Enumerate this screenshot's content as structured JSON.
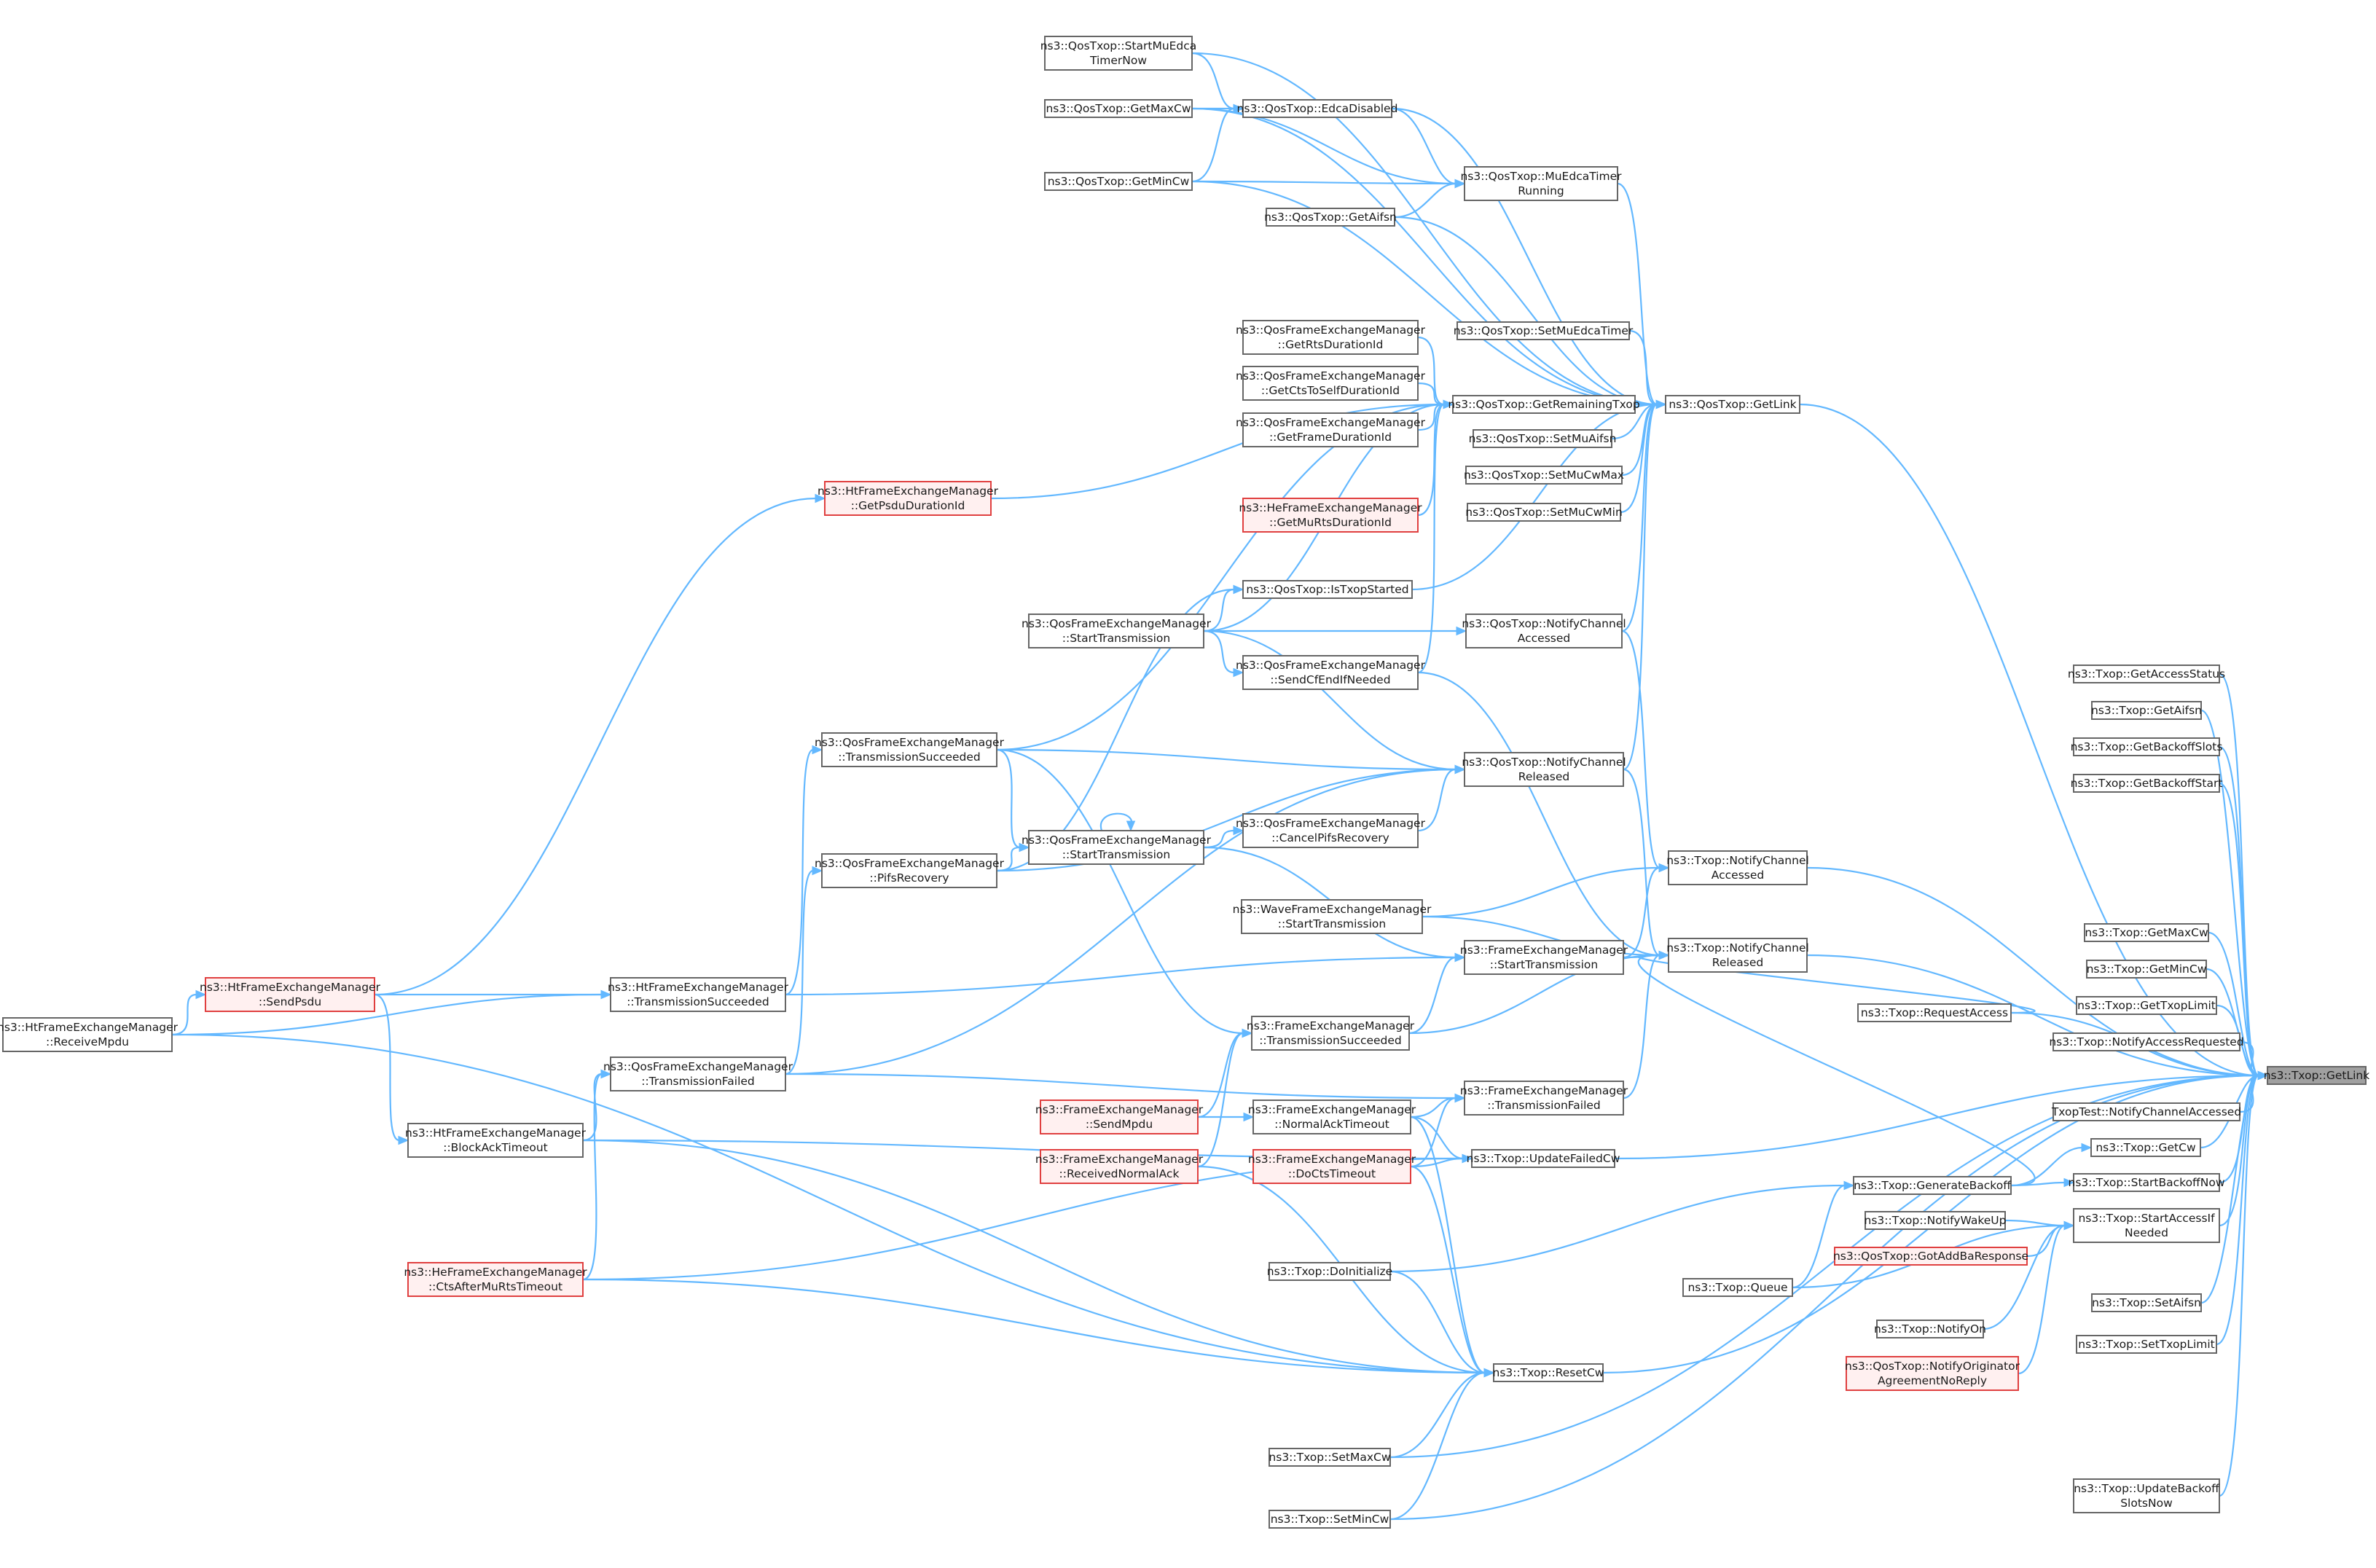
{
  "colors": {
    "edge": "#63b8ff",
    "node_border": "#666666",
    "red_border": "#e04040",
    "red_fill": "#fff0f0",
    "root_fill": "#a0a0a0"
  },
  "nodes": [
    {
      "id": "root",
      "lines": [
        "ns3::Txop::GetLink"
      ],
      "kind": "root"
    },
    {
      "id": "getAccessStatus",
      "lines": [
        "ns3::Txop::GetAccessStatus"
      ]
    },
    {
      "id": "getAifsn",
      "lines": [
        "ns3::Txop::GetAifsn"
      ]
    },
    {
      "id": "getBackoffSlots",
      "lines": [
        "ns3::Txop::GetBackoffSlots"
      ]
    },
    {
      "id": "getBackoffStart",
      "lines": [
        "ns3::Txop::GetBackoffStart"
      ]
    },
    {
      "id": "getMaxCw",
      "lines": [
        "ns3::Txop::GetMaxCw"
      ]
    },
    {
      "id": "getMinCw",
      "lines": [
        "ns3::Txop::GetMinCw"
      ]
    },
    {
      "id": "getTxopLimit",
      "lines": [
        "ns3::Txop::GetTxopLimit"
      ]
    },
    {
      "id": "notifyAccessRequested",
      "lines": [
        "ns3::Txop::NotifyAccessRequested"
      ]
    },
    {
      "id": "txopTestNotify",
      "lines": [
        "TxopTest::NotifyChannelAccessed"
      ]
    },
    {
      "id": "getCw",
      "lines": [
        "ns3::Txop::GetCw"
      ]
    },
    {
      "id": "startBackoffNow",
      "lines": [
        "ns3::Txop::StartBackoffNow"
      ]
    },
    {
      "id": "startAccessIfNeeded",
      "lines": [
        "ns3::Txop::StartAccessIf",
        "Needed"
      ]
    },
    {
      "id": "setAifsn",
      "lines": [
        "ns3::Txop::SetAifsn"
      ]
    },
    {
      "id": "setTxopLimit",
      "lines": [
        "ns3::Txop::SetTxopLimit"
      ]
    },
    {
      "id": "updateBackoffSlotsNow",
      "lines": [
        "ns3::Txop::UpdateBackoff",
        "SlotsNow"
      ]
    },
    {
      "id": "qosGetLink",
      "lines": [
        "ns3::QosTxop::GetLink"
      ]
    },
    {
      "id": "notifyChannelAccessed",
      "lines": [
        "ns3::Txop::NotifyChannel",
        "Accessed"
      ]
    },
    {
      "id": "notifyChannelReleased",
      "lines": [
        "ns3::Txop::NotifyChannel",
        "Released"
      ]
    },
    {
      "id": "requestAccess",
      "lines": [
        "ns3::Txop::RequestAccess"
      ]
    },
    {
      "id": "generateBackoff",
      "lines": [
        "ns3::Txop::GenerateBackoff"
      ]
    },
    {
      "id": "notifyWakeUp",
      "lines": [
        "ns3::Txop::NotifyWakeUp"
      ]
    },
    {
      "id": "gotAddBaResponse",
      "lines": [
        "ns3::QosTxop::GotAddBaResponse"
      ],
      "kind": "red"
    },
    {
      "id": "queue",
      "lines": [
        "ns3::Txop::Queue"
      ]
    },
    {
      "id": "notifyOn",
      "lines": [
        "ns3::Txop::NotifyOn"
      ]
    },
    {
      "id": "notifyOrigAgreement",
      "lines": [
        "ns3::QosTxop::NotifyOriginator",
        "AgreementNoReply"
      ],
      "kind": "red"
    },
    {
      "id": "updateFailedCw",
      "lines": [
        "ns3::Txop::UpdateFailedCw"
      ]
    },
    {
      "id": "resetCw",
      "lines": [
        "ns3::Txop::ResetCw"
      ]
    },
    {
      "id": "doInitialize",
      "lines": [
        "ns3::Txop::DoInitialize"
      ]
    },
    {
      "id": "setMaxCw",
      "lines": [
        "ns3::Txop::SetMaxCw"
      ]
    },
    {
      "id": "setMinCw",
      "lines": [
        "ns3::Txop::SetMinCw"
      ]
    },
    {
      "id": "qStartMuEdca",
      "lines": [
        "ns3::QosTxop::StartMuEdca",
        "TimerNow"
      ]
    },
    {
      "id": "qGetMaxCw",
      "lines": [
        "ns3::QosTxop::GetMaxCw"
      ]
    },
    {
      "id": "qEdcaDisabled",
      "lines": [
        "ns3::QosTxop::EdcaDisabled"
      ]
    },
    {
      "id": "qGetMinCw",
      "lines": [
        "ns3::QosTxop::GetMinCw"
      ]
    },
    {
      "id": "qMuEdcaRunning",
      "lines": [
        "ns3::QosTxop::MuEdcaTimer",
        "Running"
      ]
    },
    {
      "id": "qGetAifsn",
      "lines": [
        "ns3::QosTxop::GetAifsn"
      ]
    },
    {
      "id": "qSetMuEdcaTimer",
      "lines": [
        "ns3::QosTxop::SetMuEdcaTimer"
      ]
    },
    {
      "id": "qGetRemainingTxop",
      "lines": [
        "ns3::QosTxop::GetRemainingTxop"
      ]
    },
    {
      "id": "qSetMuAifsn",
      "lines": [
        "ns3::QosTxop::SetMuAifsn"
      ]
    },
    {
      "id": "qSetMuCwMax",
      "lines": [
        "ns3::QosTxop::SetMuCwMax"
      ]
    },
    {
      "id": "qSetMuCwMin",
      "lines": [
        "ns3::QosTxop::SetMuCwMin"
      ]
    },
    {
      "id": "qIsTxopStarted",
      "lines": [
        "ns3::QosTxop::IsTxopStarted"
      ]
    },
    {
      "id": "qNotifyChAccessed",
      "lines": [
        "ns3::QosTxop::NotifyChannel",
        "Accessed"
      ]
    },
    {
      "id": "qNotifyChReleased",
      "lines": [
        "ns3::QosTxop::NotifyChannel",
        "Released"
      ]
    },
    {
      "id": "qfemGetRts",
      "lines": [
        "ns3::QosFrameExchangeManager",
        "::GetRtsDurationId"
      ]
    },
    {
      "id": "qfemGetCts",
      "lines": [
        "ns3::QosFrameExchangeManager",
        "::GetCtsToSelfDurationId"
      ]
    },
    {
      "id": "qfemGetFrame",
      "lines": [
        "ns3::QosFrameExchangeManager",
        "::GetFrameDurationId"
      ]
    },
    {
      "id": "heGetMuRts",
      "lines": [
        "ns3::HeFrameExchangeManager",
        "::GetMuRtsDurationId"
      ],
      "kind": "red"
    },
    {
      "id": "qfemSendCfEnd",
      "lines": [
        "ns3::QosFrameExchangeManager",
        "::SendCfEndIfNeeded"
      ]
    },
    {
      "id": "qfemCancelPifs",
      "lines": [
        "ns3::QosFrameExchangeManager",
        "::CancelPifsRecovery"
      ]
    },
    {
      "id": "qfemStartTx1",
      "lines": [
        "ns3::QosFrameExchangeManager",
        "::StartTransmission"
      ]
    },
    {
      "id": "qfemStartTx2",
      "lines": [
        "ns3::QosFrameExchangeManager",
        "::StartTransmission"
      ]
    },
    {
      "id": "waveStartTx",
      "lines": [
        "ns3::WaveFrameExchangeManager",
        "::StartTransmission"
      ]
    },
    {
      "id": "femStartTx",
      "lines": [
        "ns3::FrameExchangeManager",
        "::StartTransmission"
      ]
    },
    {
      "id": "femTxSucceeded",
      "lines": [
        "ns3::FrameExchangeManager",
        "::TransmissionSucceeded"
      ]
    },
    {
      "id": "femTxFailed",
      "lines": [
        "ns3::FrameExchangeManager",
        "::TransmissionFailed"
      ]
    },
    {
      "id": "femNormalAck",
      "lines": [
        "ns3::FrameExchangeManager",
        "::NormalAckTimeout"
      ]
    },
    {
      "id": "femDoCts",
      "lines": [
        "ns3::FrameExchangeManager",
        "::DoCtsTimeout"
      ],
      "kind": "red"
    },
    {
      "id": "femSendMpdu",
      "lines": [
        "ns3::FrameExchangeManager",
        "::SendMpdu"
      ],
      "kind": "red"
    },
    {
      "id": "femRecvNormalAck",
      "lines": [
        "ns3::FrameExchangeManager",
        "::ReceivedNormalAck"
      ],
      "kind": "red"
    },
    {
      "id": "htGetPsdu",
      "lines": [
        "ns3::HtFrameExchangeManager",
        "::GetPsduDurationId"
      ],
      "kind": "red"
    },
    {
      "id": "qfemTxSucceeded",
      "lines": [
        "ns3::QosFrameExchangeManager",
        "::TransmissionSucceeded"
      ]
    },
    {
      "id": "qfemPifs",
      "lines": [
        "ns3::QosFrameExchangeManager",
        "::PifsRecovery"
      ]
    },
    {
      "id": "htTxSucceeded",
      "lines": [
        "ns3::HtFrameExchangeManager",
        "::TransmissionSucceeded"
      ]
    },
    {
      "id": "qfemTxFailed",
      "lines": [
        "ns3::QosFrameExchangeManager",
        "::TransmissionFailed"
      ]
    },
    {
      "id": "htBlockAck",
      "lines": [
        "ns3::HtFrameExchangeManager",
        "::BlockAckTimeout"
      ]
    },
    {
      "id": "heCtsAfterMuRts",
      "lines": [
        "ns3::HeFrameExchangeManager",
        "::CtsAfterMuRtsTimeout"
      ],
      "kind": "red"
    },
    {
      "id": "htSendPsdu",
      "lines": [
        "ns3::HtFrameExchangeManager",
        "::SendPsdu"
      ],
      "kind": "red"
    },
    {
      "id": "htReceiveMpdu",
      "lines": [
        "ns3::HtFrameExchangeManager",
        "::ReceiveMpdu"
      ]
    }
  ],
  "edges": [
    [
      "getAccessStatus",
      "root"
    ],
    [
      "getAifsn",
      "root"
    ],
    [
      "getBackoffSlots",
      "root"
    ],
    [
      "getBackoffStart",
      "root"
    ],
    [
      "getMaxCw",
      "root"
    ],
    [
      "getMinCw",
      "root"
    ],
    [
      "getTxopLimit",
      "root"
    ],
    [
      "notifyAccessRequested",
      "root"
    ],
    [
      "txopTestNotify",
      "root"
    ],
    [
      "getCw",
      "root"
    ],
    [
      "startBackoffNow",
      "root"
    ],
    [
      "startAccessIfNeeded",
      "root"
    ],
    [
      "setAifsn",
      "root"
    ],
    [
      "setTxopLimit",
      "root"
    ],
    [
      "updateBackoffSlotsNow",
      "root"
    ],
    [
      "qosGetLink",
      "root"
    ],
    [
      "notifyChannelAccessed",
      "root"
    ],
    [
      "notifyChannelReleased",
      "root"
    ],
    [
      "requestAccess",
      "root"
    ],
    [
      "updateFailedCw",
      "root"
    ],
    [
      "resetCw",
      "root"
    ],
    [
      "setMaxCw",
      "root"
    ],
    [
      "setMinCw",
      "root"
    ],
    [
      "generateBackoff",
      "getCw"
    ],
    [
      "generateBackoff",
      "startBackoffNow"
    ],
    [
      "notifyWakeUp",
      "startAccessIfNeeded"
    ],
    [
      "gotAddBaResponse",
      "startAccessIfNeeded"
    ],
    [
      "queue",
      "startAccessIfNeeded"
    ],
    [
      "notifyOn",
      "startAccessIfNeeded"
    ],
    [
      "notifyOrigAgreement",
      "startAccessIfNeeded"
    ],
    [
      "requestAccess",
      "notifyChannelReleased"
    ],
    [
      "generateBackoff",
      "notifyChannelReleased"
    ],
    [
      "queue",
      "generateBackoff"
    ],
    [
      "doInitialize",
      "generateBackoff"
    ],
    [
      "qNotifyChAccessed",
      "notifyChannelAccessed"
    ],
    [
      "waveStartTx",
      "notifyChannelAccessed"
    ],
    [
      "femStartTx",
      "notifyChannelAccessed"
    ],
    [
      "qNotifyChReleased",
      "notifyChannelReleased"
    ],
    [
      "qfemSendCfEnd",
      "notifyChannelReleased"
    ],
    [
      "waveStartTx",
      "notifyChannelReleased"
    ],
    [
      "femStartTx",
      "notifyChannelReleased"
    ],
    [
      "femTxSucceeded",
      "notifyChannelReleased"
    ],
    [
      "femTxFailed",
      "notifyChannelReleased"
    ],
    [
      "qStartMuEdca",
      "qosGetLink"
    ],
    [
      "qGetMaxCw",
      "qosGetLink"
    ],
    [
      "qEdcaDisabled",
      "qosGetLink"
    ],
    [
      "qGetMinCw",
      "qosGetLink"
    ],
    [
      "qMuEdcaRunning",
      "qosGetLink"
    ],
    [
      "qGetAifsn",
      "qosGetLink"
    ],
    [
      "qSetMuEdcaTimer",
      "qosGetLink"
    ],
    [
      "qGetRemainingTxop",
      "qosGetLink"
    ],
    [
      "qSetMuAifsn",
      "qosGetLink"
    ],
    [
      "qSetMuCwMax",
      "qosGetLink"
    ],
    [
      "qSetMuCwMin",
      "qosGetLink"
    ],
    [
      "qIsTxopStarted",
      "qosGetLink"
    ],
    [
      "qNotifyChAccessed",
      "qosGetLink"
    ],
    [
      "qNotifyChReleased",
      "qosGetLink"
    ],
    [
      "qStartMuEdca",
      "qEdcaDisabled"
    ],
    [
      "qGetMaxCw",
      "qEdcaDisabled"
    ],
    [
      "qGetMinCw",
      "qEdcaDisabled"
    ],
    [
      "qGetMaxCw",
      "qMuEdcaRunning"
    ],
    [
      "qGetMinCw",
      "qMuEdcaRunning"
    ],
    [
      "qGetAifsn",
      "qMuEdcaRunning"
    ],
    [
      "qEdcaDisabled",
      "qMuEdcaRunning"
    ],
    [
      "qfemGetRts",
      "qGetRemainingTxop"
    ],
    [
      "qfemGetCts",
      "qGetRemainingTxop"
    ],
    [
      "qfemGetFrame",
      "qGetRemainingTxop"
    ],
    [
      "heGetMuRts",
      "qGetRemainingTxop"
    ],
    [
      "qfemStartTx1",
      "qGetRemainingTxop"
    ],
    [
      "qfemSendCfEnd",
      "qGetRemainingTxop"
    ],
    [
      "htGetPsdu",
      "qGetRemainingTxop"
    ],
    [
      "qfemTxSucceeded",
      "qGetRemainingTxop"
    ],
    [
      "qfemStartTx1",
      "qIsTxopStarted"
    ],
    [
      "qfemPifs",
      "qIsTxopStarted"
    ],
    [
      "qfemStartTx1",
      "qNotifyChAccessed"
    ],
    [
      "qfemStartTx1",
      "qfemSendCfEnd"
    ],
    [
      "qfemStartTx1",
      "qNotifyChReleased"
    ],
    [
      "qfemTxSucceeded",
      "qNotifyChReleased"
    ],
    [
      "qfemCancelPifs",
      "qNotifyChReleased"
    ],
    [
      "qfemPifs",
      "qNotifyChReleased"
    ],
    [
      "qfemTxFailed",
      "qNotifyChReleased"
    ],
    [
      "qfemStartTx2",
      "qfemCancelPifs"
    ],
    [
      "qfemTxSucceeded",
      "qfemStartTx2"
    ],
    [
      "qfemPifs",
      "qfemStartTx2"
    ],
    [
      "qfemStartTx2",
      "qfemStartTx2"
    ],
    [
      "qfemStartTx2",
      "femStartTx"
    ],
    [
      "htTxSucceeded",
      "femStartTx"
    ],
    [
      "femTxSucceeded",
      "femStartTx"
    ],
    [
      "qfemTxSucceeded",
      "femTxSucceeded"
    ],
    [
      "femSendMpdu",
      "femTxSucceeded"
    ],
    [
      "femRecvNormalAck",
      "femTxSucceeded"
    ],
    [
      "qfemTxFailed",
      "femTxFailed"
    ],
    [
      "femNormalAck",
      "femTxFailed"
    ],
    [
      "femDoCts",
      "femTxFailed"
    ],
    [
      "htBlockAck",
      "updateFailedCw"
    ],
    [
      "heCtsAfterMuRts",
      "updateFailedCw"
    ],
    [
      "femNormalAck",
      "updateFailedCw"
    ],
    [
      "femDoCts",
      "updateFailedCw"
    ],
    [
      "htBlockAck",
      "resetCw"
    ],
    [
      "heCtsAfterMuRts",
      "resetCw"
    ],
    [
      "htReceiveMpdu",
      "resetCw"
    ],
    [
      "femNormalAck",
      "resetCw"
    ],
    [
      "femDoCts",
      "resetCw"
    ],
    [
      "femRecvNormalAck",
      "resetCw"
    ],
    [
      "doInitialize",
      "resetCw"
    ],
    [
      "setMaxCw",
      "resetCw"
    ],
    [
      "setMinCw",
      "resetCw"
    ],
    [
      "htSendPsdu",
      "htGetPsdu"
    ],
    [
      "htTxSucceeded",
      "qfemTxSucceeded"
    ],
    [
      "htSendPsdu",
      "htTxSucceeded"
    ],
    [
      "htReceiveMpdu",
      "htTxSucceeded"
    ],
    [
      "qfemTxFailed",
      "qfemPifs"
    ],
    [
      "heCtsAfterMuRts",
      "qfemTxFailed"
    ],
    [
      "htBlockAck",
      "qfemTxFailed"
    ],
    [
      "htSendPsdu",
      "htBlockAck"
    ],
    [
      "htReceiveMpdu",
      "htSendPsdu"
    ],
    [
      "femSendMpdu",
      "femNormalAck"
    ]
  ]
}
